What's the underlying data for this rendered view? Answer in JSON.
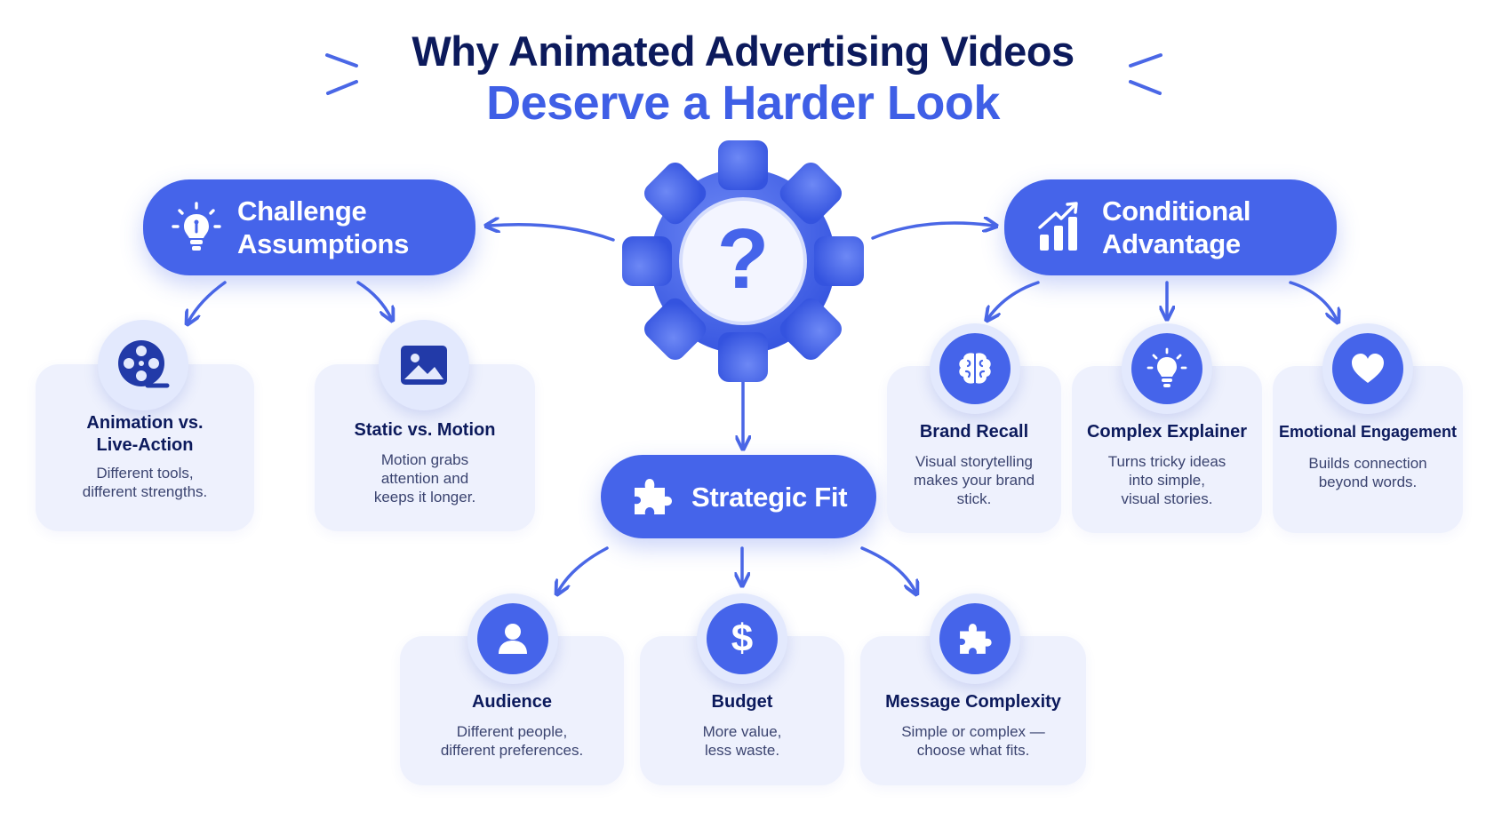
{
  "title": {
    "line1": "Why Animated Advertising Videos",
    "line2": "Deserve a Harder Look"
  },
  "center": {
    "icon": "question-gear-icon",
    "symbol": "?"
  },
  "branches": {
    "challenge": {
      "label_line1": "Challenge",
      "label_line2": "Assumptions",
      "icon": "lightbulb-icon",
      "cards": [
        {
          "icon": "film-reel-icon",
          "title_line1": "Animation vs.",
          "title_line2": "Live-Action",
          "desc_line1": "Different tools,",
          "desc_line2": "different strengths."
        },
        {
          "icon": "image-icon",
          "title": "Static vs. Motion",
          "desc_line1": "Motion grabs",
          "desc_line2": "attention and",
          "desc_line3": "keeps it longer."
        }
      ]
    },
    "conditional": {
      "label_line1": "Conditional",
      "label_line2": "Advantage",
      "icon": "bar-chart-growth-icon",
      "cards": [
        {
          "icon": "brain-icon",
          "title": "Brand Recall",
          "desc_line1": "Visual storytelling",
          "desc_line2": "makes your brand",
          "desc_line3": "stick."
        },
        {
          "icon": "lightbulb-icon",
          "title": "Complex Explainer",
          "desc_line1": "Turns tricky ideas",
          "desc_line2": "into simple,",
          "desc_line3": "visual stories."
        },
        {
          "icon": "heart-icon",
          "title": "Emotional Engagement",
          "desc_line1": "Builds connection",
          "desc_line2": "beyond words."
        }
      ]
    },
    "strategic": {
      "label": "Strategic Fit",
      "icon": "puzzle-icon",
      "cards": [
        {
          "icon": "user-icon",
          "title": "Audience",
          "desc_line1": "Different people,",
          "desc_line2": "different preferences."
        },
        {
          "icon": "dollar-icon",
          "title": "Budget",
          "desc_line1": "More value,",
          "desc_line2": "less waste.",
          "symbol": "$"
        },
        {
          "icon": "puzzle-icon",
          "title": "Message Complexity",
          "desc_line1": "Simple or complex —",
          "desc_line2": "choose what fits."
        }
      ]
    }
  },
  "colors": {
    "primary": "#4564ea",
    "title_dark": "#0c1a5c",
    "title_blue": "#3f5fe6",
    "card_bg": "#eef1fd",
    "circle_bg": "#e3e9fd"
  }
}
